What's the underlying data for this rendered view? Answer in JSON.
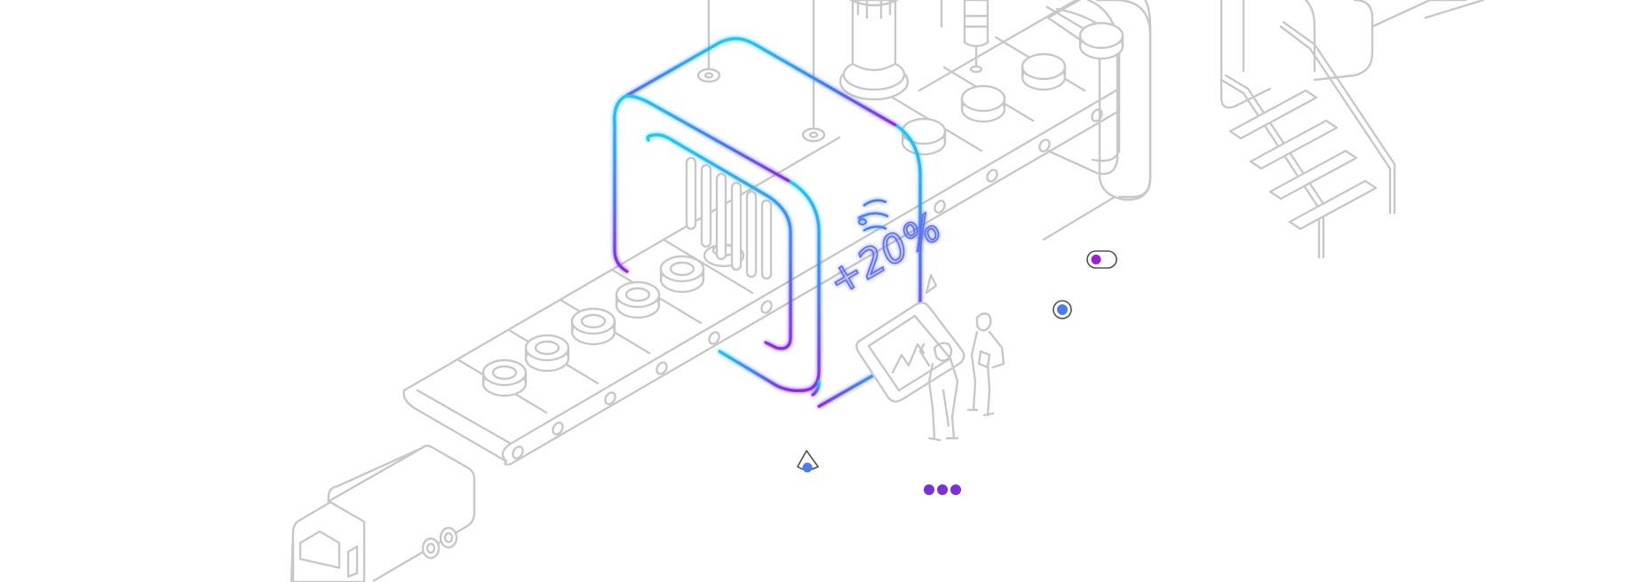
{
  "machine": {
    "badge_text": "+20%"
  },
  "colors": {
    "line_gray": "#c8c8c8",
    "neon_top": "#1fc8f5",
    "neon_mid": "#4a7cf0",
    "neon_bottom": "#8a2be2",
    "toggle_dot": "#9b1fd6",
    "radio_dot": "#4a7cf0",
    "pager_dots": "#7b2fd6",
    "cone_dot": "#4a7cf0"
  },
  "icons": {
    "gear": "gear-icon",
    "toggle": "toggle-switch",
    "radio": "radio-button",
    "cone": "cone-marker-icon",
    "pager": "pager-dots"
  }
}
